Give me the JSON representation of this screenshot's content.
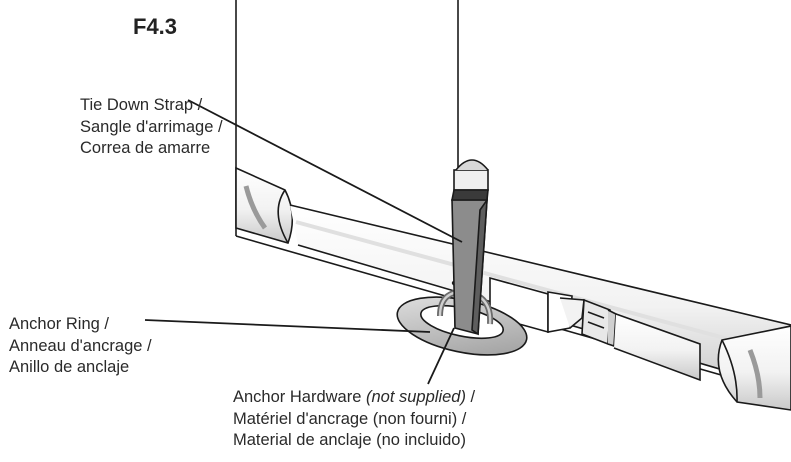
{
  "figure_label": "F4.3",
  "callouts": {
    "tie_down_strap": {
      "lines": [
        "Tie Down Strap /",
        "Sangle d'arrimage /",
        "Correa de amarre"
      ]
    },
    "anchor_ring": {
      "lines": [
        "Anchor Ring /",
        "Anneau d'ancrage /",
        "Anillo de anclaje"
      ]
    },
    "anchor_hardware": {
      "line1_prefix": "Anchor Hardware ",
      "line1_italic": "(not supplied)",
      "line1_suffix": " /",
      "line2": "Matériel d'ancrage (non fourni) /",
      "line3": "Material de anclaje (no incluido)"
    }
  },
  "colors": {
    "line": "#1a1a1a",
    "strap": "#8c8c8c",
    "strap_dark": "#5e5e5e",
    "ring": "#b8b8b8",
    "tube_shadow": "#d8d8d8"
  }
}
